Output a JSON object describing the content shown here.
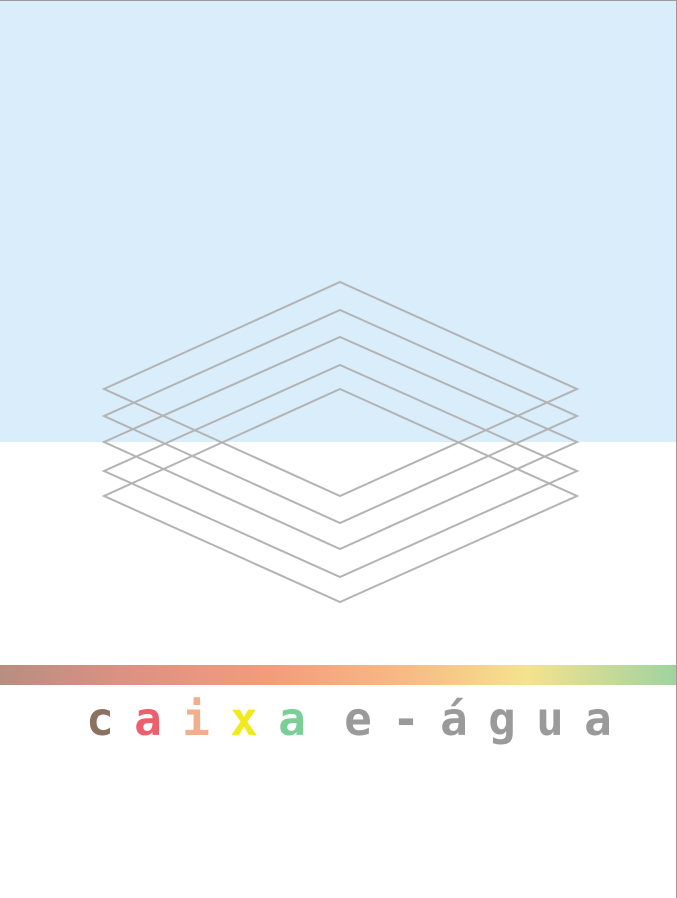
{
  "colors": {
    "sky": "#d9eefa",
    "stroke": "#b3b3b3",
    "band": [
      "#b88e80",
      "#de9283",
      "#f39c7c",
      "#f7ba86",
      "#f5e28f",
      "#9fd3a0"
    ]
  },
  "logo": {
    "letters": [
      {
        "char": "c",
        "color": "#8a7160"
      },
      {
        "char": "a",
        "color": "#ec5f6d"
      },
      {
        "char": "i",
        "color": "#f1b08c"
      },
      {
        "char": "x",
        "color": "#f1ea1c"
      },
      {
        "char": "a",
        "color": "#79cf96"
      },
      {
        "char": " ",
        "color": "#9a9a9a"
      },
      {
        "char": "e",
        "color": "#9a9a9a"
      },
      {
        "char": "-",
        "color": "#9a9a9a"
      },
      {
        "char": "á",
        "color": "#9a9a9a"
      },
      {
        "char": "g",
        "color": "#9a9a9a"
      },
      {
        "char": "u",
        "color": "#9a9a9a"
      },
      {
        "char": "a",
        "color": "#9a9a9a"
      }
    ]
  }
}
